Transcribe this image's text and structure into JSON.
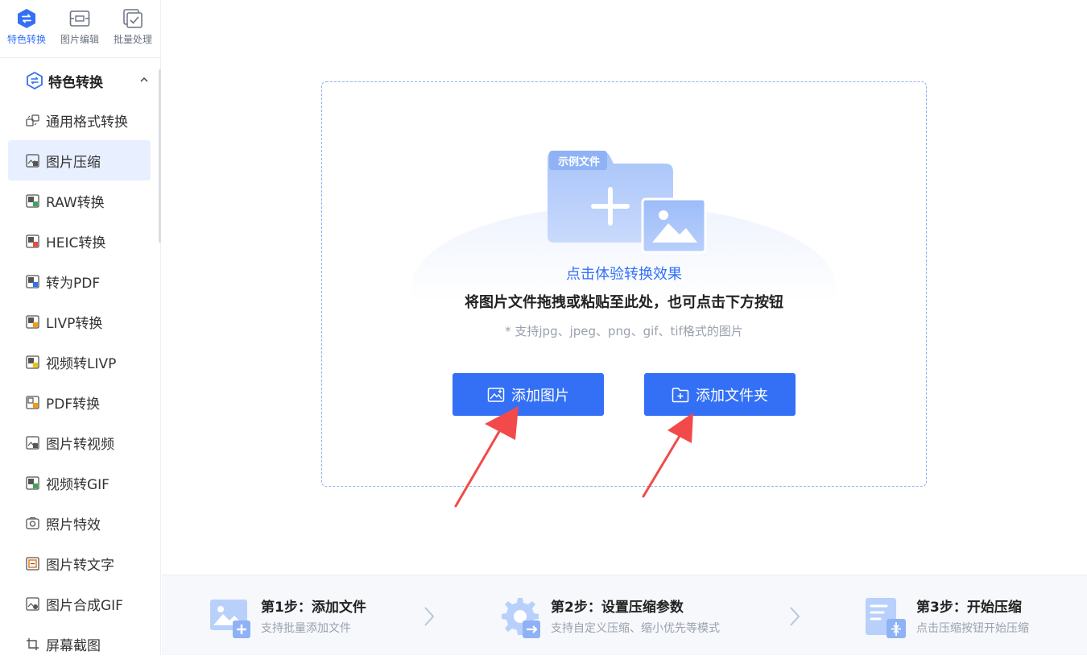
{
  "top_tabs": [
    {
      "label": "特色转换",
      "icon": "swap-icon",
      "active": true
    },
    {
      "label": "图片编辑",
      "icon": "image-edit-icon",
      "active": false
    },
    {
      "label": "批量处理",
      "icon": "batch-icon",
      "active": false
    }
  ],
  "sidebar": {
    "group_title": "特色转换",
    "items": [
      {
        "label": "通用格式转换",
        "icon": "format-convert-icon"
      },
      {
        "label": "图片压缩",
        "icon": "image-compress-icon"
      },
      {
        "label": "RAW转换",
        "icon": "raw-icon"
      },
      {
        "label": "HEIC转换",
        "icon": "heic-icon"
      },
      {
        "label": "转为PDF",
        "icon": "pdf-icon"
      },
      {
        "label": "LIVP转换",
        "icon": "livp-icon"
      },
      {
        "label": "视频转LIVP",
        "icon": "video-livp-icon"
      },
      {
        "label": "PDF转换",
        "icon": "pdf-convert-icon"
      },
      {
        "label": "图片转视频",
        "icon": "image-video-icon"
      },
      {
        "label": "视频转GIF",
        "icon": "video-gif-icon"
      },
      {
        "label": "照片特效",
        "icon": "camera-icon"
      },
      {
        "label": "图片转文字",
        "icon": "ocr-icon"
      },
      {
        "label": "图片合成GIF",
        "icon": "gif-merge-icon"
      },
      {
        "label": "屏幕截图",
        "icon": "screenshot-icon"
      }
    ],
    "active_index": 1
  },
  "drop_zone": {
    "sample_badge": "示例文件",
    "title": "点击体验转换效果",
    "main_text": "将图片文件拖拽或粘贴至此处，也可点击下方按钮",
    "sub_text": "* 支持jpg、jpeg、png、gif、tif格式的图片"
  },
  "buttons": {
    "add_image": "添加图片",
    "add_folder": "添加文件夹"
  },
  "steps": [
    {
      "title": "第1步：添加文件",
      "desc": "支持批量添加文件"
    },
    {
      "title": "第2步：设置压缩参数",
      "desc": "支持自定义压缩、缩小优先等模式"
    },
    {
      "title": "第3步：开始压缩",
      "desc": "点击压缩按钮开始压缩"
    }
  ],
  "colors": {
    "accent": "#3370f5",
    "active_bg": "#e8efff",
    "annotation_arrow": "#f24a4a"
  }
}
